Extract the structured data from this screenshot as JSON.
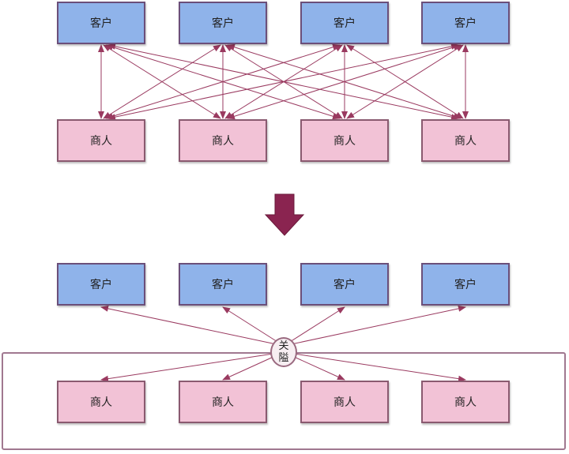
{
  "top_section": {
    "customers": [
      {
        "label": "客户"
      },
      {
        "label": "客户"
      },
      {
        "label": "客户"
      },
      {
        "label": "客户"
      }
    ],
    "merchants": [
      {
        "label": "商人"
      },
      {
        "label": "商人"
      },
      {
        "label": "商人"
      },
      {
        "label": "商人"
      }
    ],
    "connection": "many-to-many bidirectional"
  },
  "transition_arrow": {
    "icon": "down-arrow-icon",
    "color": "#8a2450"
  },
  "bottom_section": {
    "customers": [
      {
        "label": "客户"
      },
      {
        "label": "客户"
      },
      {
        "label": "客户"
      },
      {
        "label": "客户"
      }
    ],
    "merchants": [
      {
        "label": "商人"
      },
      {
        "label": "商人"
      },
      {
        "label": "商人"
      },
      {
        "label": "商人"
      }
    ],
    "hub": {
      "line1": "关",
      "line2": "隘"
    }
  },
  "colors": {
    "customer_fill": "#8fb3ea",
    "merchant_fill": "#f2c2d6",
    "edge": "#9a3a60"
  }
}
